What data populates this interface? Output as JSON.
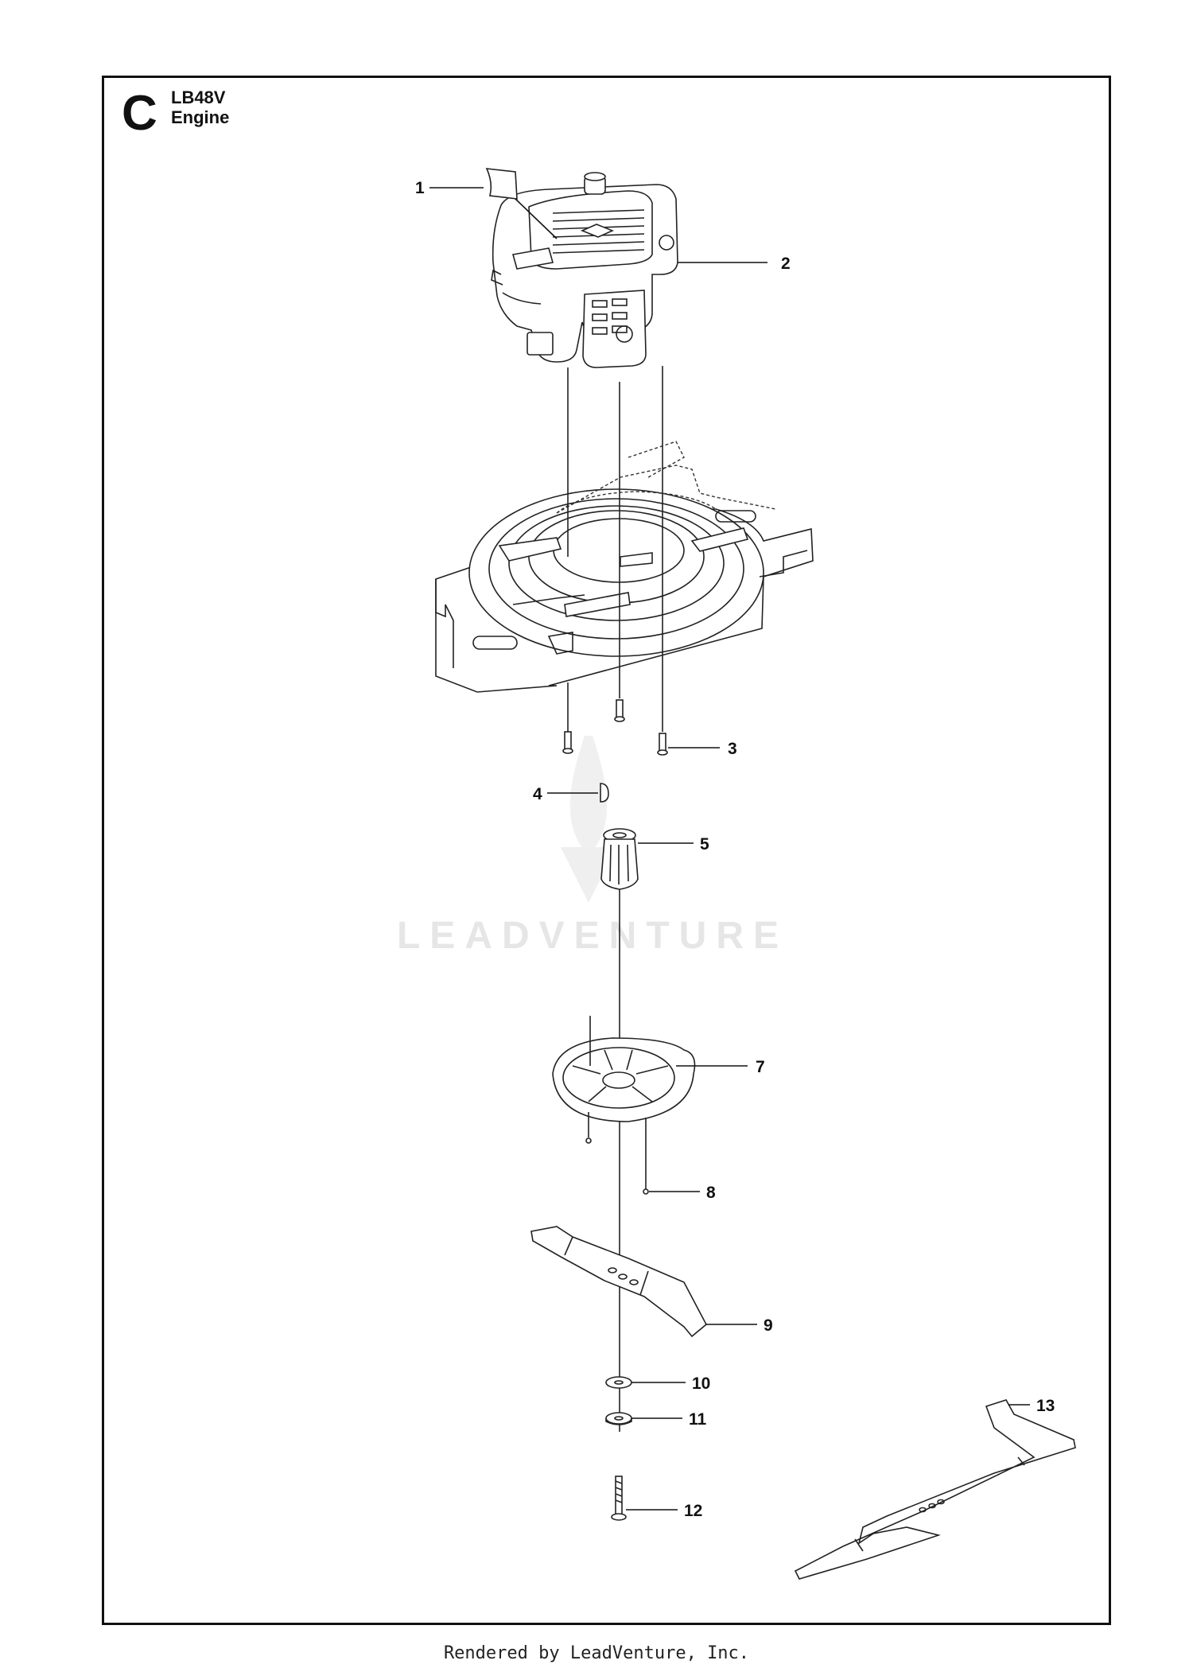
{
  "header": {
    "section_letter": "C",
    "model": "LB48V",
    "subtitle": "Engine"
  },
  "callouts": [
    "1",
    "2",
    "3",
    "4",
    "5",
    "7",
    "8",
    "9",
    "10",
    "11",
    "12",
    "13"
  ],
  "watermark": "LEADVENTURE",
  "footer": "Rendered by LeadVenture, Inc."
}
